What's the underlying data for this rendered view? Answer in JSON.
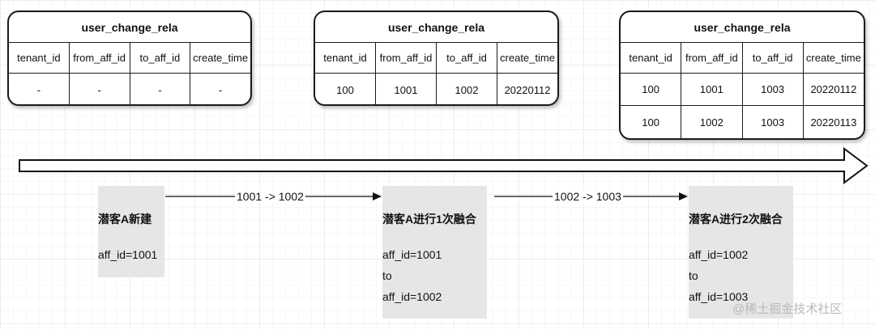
{
  "tables": [
    {
      "title": "user_change_rela",
      "columns": [
        "tenant_id",
        "from_aff_id",
        "to_aff_id",
        "create_time"
      ],
      "rows": [
        [
          "-",
          "-",
          "-",
          "-"
        ]
      ]
    },
    {
      "title": "user_change_rela",
      "columns": [
        "tenant_id",
        "from_aff_id",
        "to_aff_id",
        "create_time"
      ],
      "rows": [
        [
          "100",
          "1001",
          "1002",
          "20220112"
        ]
      ]
    },
    {
      "title": "user_change_rela",
      "columns": [
        "tenant_id",
        "from_aff_id",
        "to_aff_id",
        "create_time"
      ],
      "rows": [
        [
          "100",
          "1001",
          "1003",
          "20220112"
        ],
        [
          "100",
          "1002",
          "1003",
          "20220113"
        ]
      ]
    }
  ],
  "stages": [
    {
      "title": "潜客A新建",
      "lines": [
        "aff_id=1001"
      ]
    },
    {
      "title": "潜客A进行1次融合",
      "lines": [
        "aff_id=1001",
        "to",
        "aff_id=1002"
      ]
    },
    {
      "title": "潜客A进行2次融合",
      "lines": [
        "aff_id=1002",
        "to",
        "aff_id=1003"
      ]
    }
  ],
  "transitions": [
    {
      "label": "1001 -> 1002"
    },
    {
      "label": "1002 -> 1003"
    }
  ],
  "watermark": "@稀土掘金技术社区"
}
